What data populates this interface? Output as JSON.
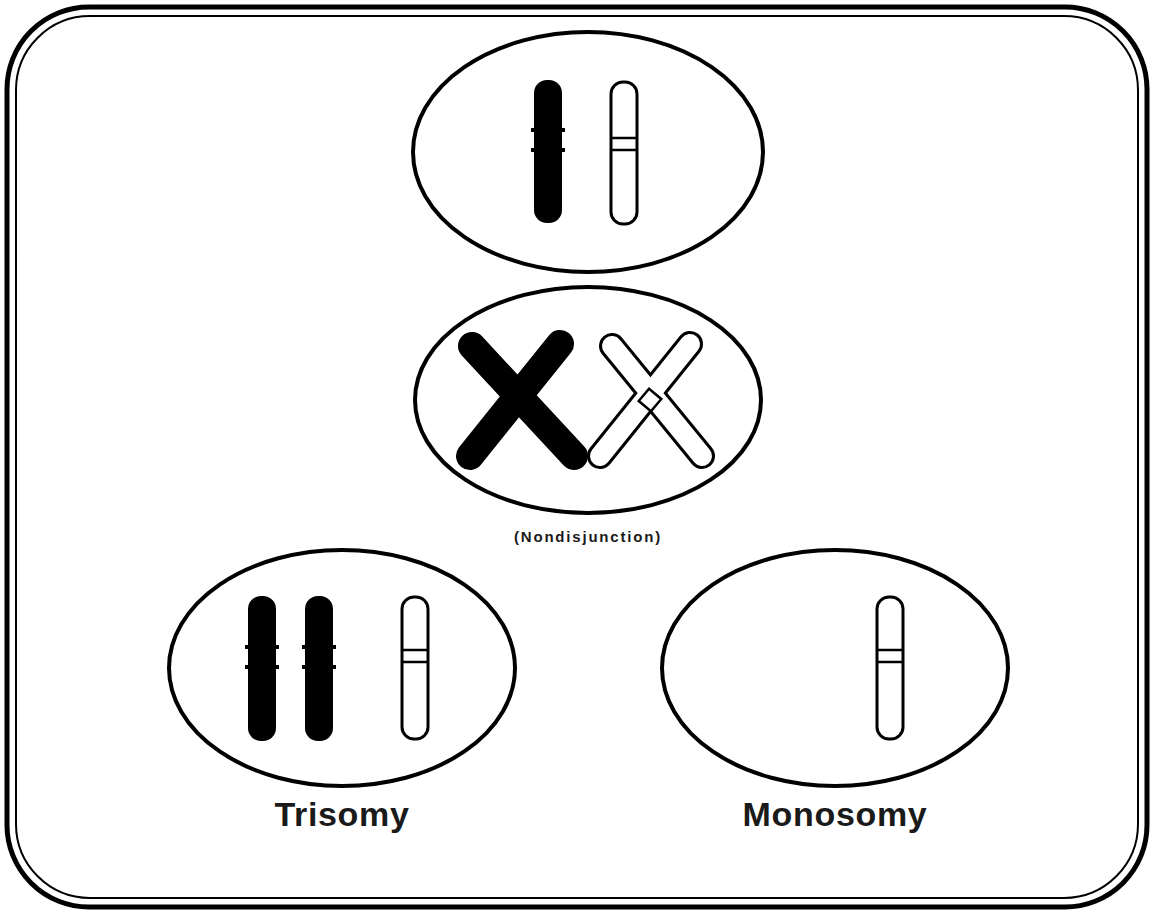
{
  "diagram": {
    "nodes": [
      {
        "text": [
          "(Nondisjunction)"
        ]
      },
      {
        "text": [
          "Trisomy"
        ]
      },
      {
        "text": [
          "Monosomy"
        ]
      }
    ]
  }
}
